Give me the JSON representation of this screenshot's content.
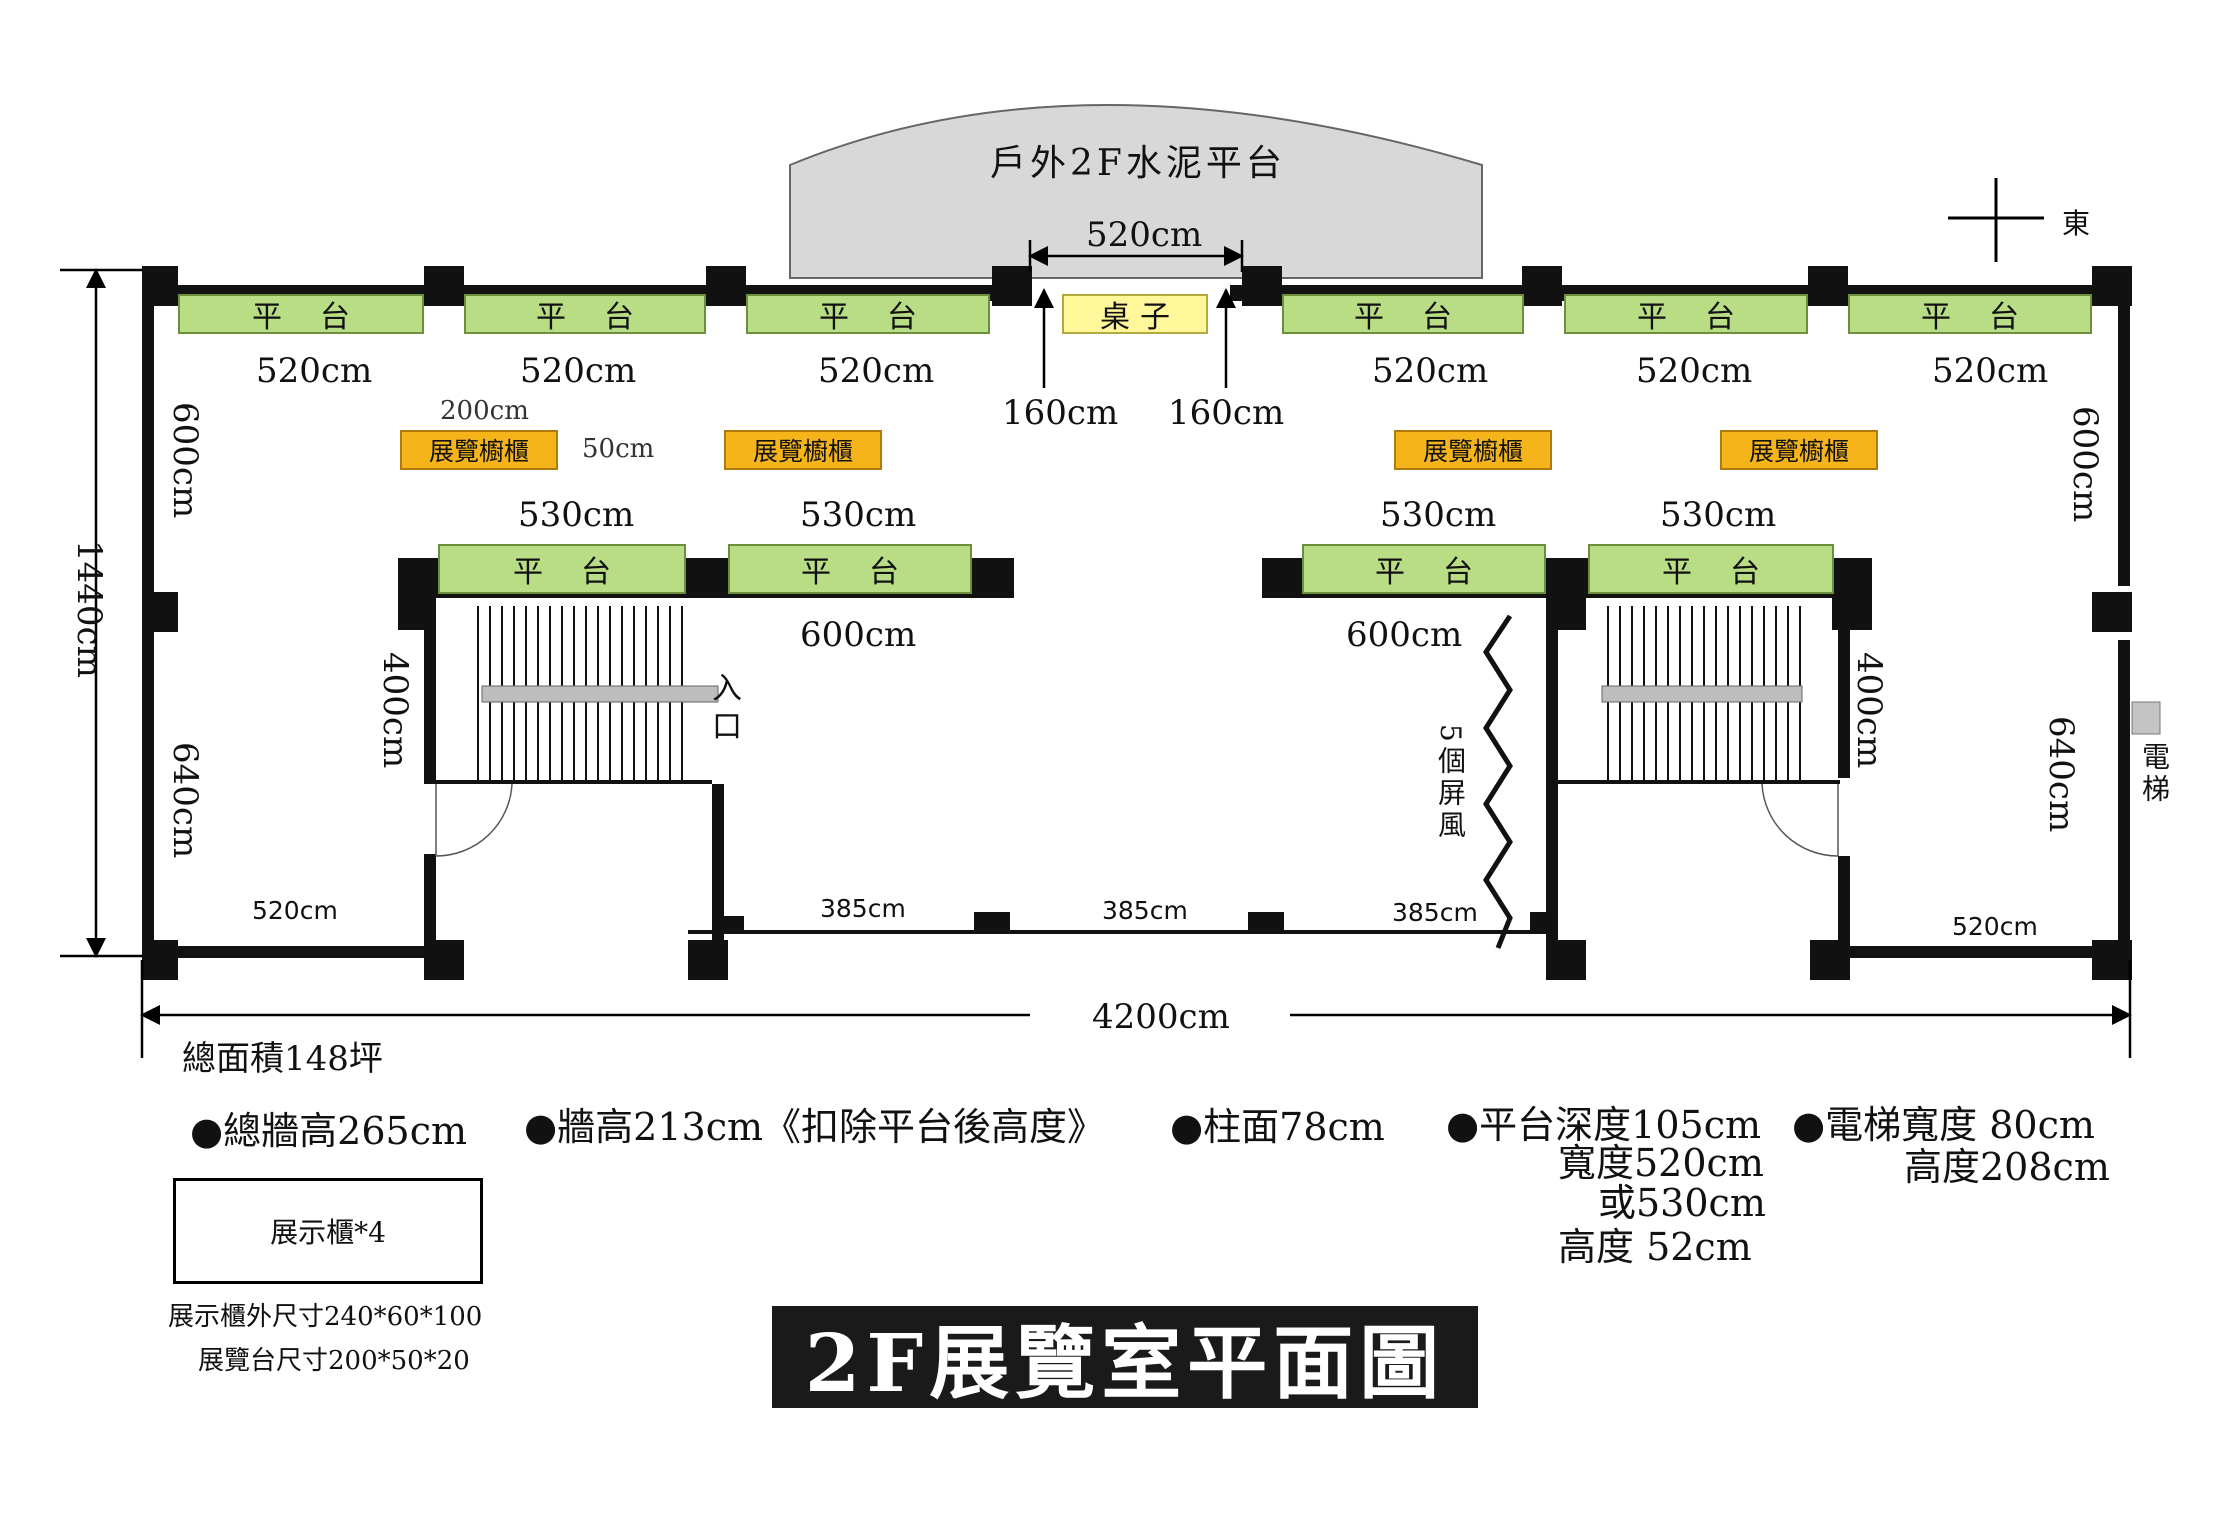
{
  "outdoor": {
    "label": "戶外2F水泥平台"
  },
  "compass": {
    "label": "東"
  },
  "top_opening": {
    "width_label": "520cm",
    "left_label": "160cm",
    "right_label": "160cm"
  },
  "table_label": "桌子",
  "top_platforms": [
    {
      "label": "平台",
      "width": "520cm"
    },
    {
      "label": "平台",
      "width": "520cm"
    },
    {
      "label": "平台",
      "width": "520cm"
    },
    {
      "label": "平台",
      "width": "520cm"
    },
    {
      "label": "平台",
      "width": "520cm"
    },
    {
      "label": "平台",
      "width": "520cm"
    }
  ],
  "mid_platforms": [
    {
      "label": "平台",
      "width": "530cm"
    },
    {
      "label": "平台",
      "width": "530cm"
    },
    {
      "label": "平台",
      "width": "530cm"
    },
    {
      "label": "平台",
      "width": "530cm"
    }
  ],
  "cabinets": [
    {
      "label": "展覽櫥櫃"
    },
    {
      "label": "展覽櫥櫃"
    },
    {
      "label": "展覽櫥櫃"
    },
    {
      "label": "展覽櫥櫃"
    }
  ],
  "cabinet_dims": {
    "length": "200cm",
    "gap": "50cm"
  },
  "mid_wall_lengths": [
    "600cm",
    "600cm"
  ],
  "side_dims": {
    "left_upper": "600cm",
    "left_lower": "640cm",
    "right_upper": "600cm",
    "right_lower": "640cm",
    "stair_left": "400cm",
    "stair_right": "400cm"
  },
  "bottom_room_widths": [
    "520cm",
    "520cm"
  ],
  "bottom_spans": [
    "385cm",
    "385cm",
    "385cm"
  ],
  "entrance_label": "入口",
  "screens_label": "5個屏風",
  "elevator_label": "電梯",
  "overall": {
    "height": "1440cm",
    "width": "4200cm",
    "area": "總面積148坪"
  },
  "notes": {
    "wall_total": "●總牆高265cm",
    "wall_net": "●牆高213cm《扣除平台後高度》",
    "column": "●柱面78cm",
    "platform_depth": "●平台深度105cm",
    "platform_width": "寬度520cm",
    "platform_width_alt": "或530cm",
    "platform_height": "高度 52cm",
    "elevator_width": "●電梯寬度 80cm",
    "elevator_height": "高度208cm"
  },
  "legend": {
    "box_label": "展示櫃*4",
    "cabinet_size": "展示櫃外尺寸240*60*100",
    "stand_size": "展覽台尺寸200*50*20"
  },
  "title": "2F展覽室平面圖",
  "colors": {
    "wall": "#111111",
    "platform": "#b9dd84",
    "cabinet": "#f5b41a",
    "table": "#fff79a",
    "outdoor": "#d8d8d8"
  }
}
